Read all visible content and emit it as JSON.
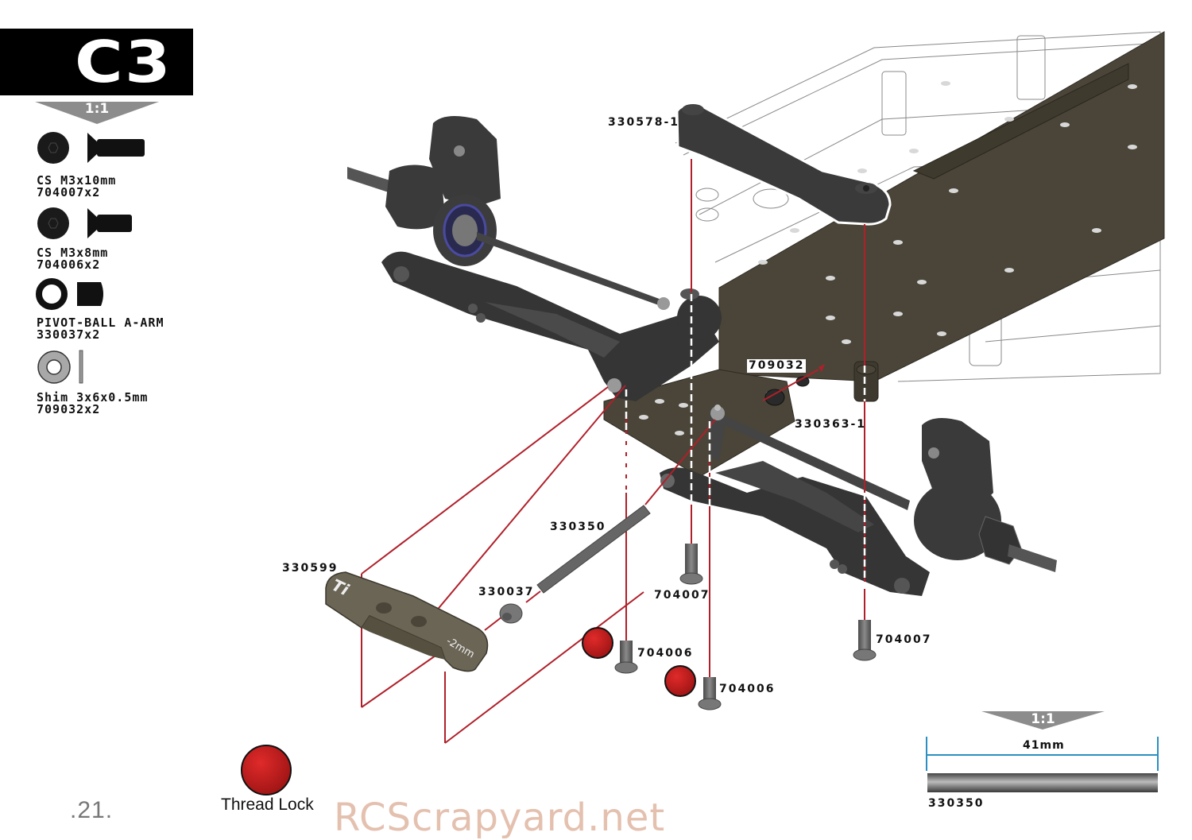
{
  "step": {
    "label": "C3"
  },
  "parts_list": {
    "scale_label": "1:1",
    "items": [
      {
        "name": "CS M3x10mm",
        "code": "704007x2",
        "icon": "countersunk-screw-icon"
      },
      {
        "name": "CS M3x8mm",
        "code": "704006x2",
        "icon": "countersunk-screw-icon"
      },
      {
        "name": "PIVOT-BALL A-ARM",
        "code": "330037x2",
        "icon": "pivot-ball-icon"
      },
      {
        "name": "Shim 3x6x0.5mm",
        "code": "709032x2",
        "icon": "shim-washer-icon"
      }
    ]
  },
  "callouts": {
    "arm_mount_top": "330578-1",
    "shim": "709032",
    "bulkhead": "330363-1",
    "hinge_pin": "330350",
    "arm_mount_block": "330599",
    "pivot_ball": "330037",
    "screw_m3x10_left": "704007",
    "screw_m3x10_right": "704007",
    "screw_m3x8_left": "704006",
    "screw_m3x8_right": "704006"
  },
  "arm_mount_engraving": {
    "logo": "Ti",
    "offset": "-2mm"
  },
  "legend": {
    "thread_lock": "Thread Lock",
    "thread_lock_color": "#b51c1c"
  },
  "measure": {
    "scale_label": "1:1",
    "length": "41mm",
    "part": "330350",
    "line_color": "#2a8fc2"
  },
  "page": {
    "number": ".21."
  },
  "watermark": "RCScrapyard.net",
  "colors": {
    "chassis_plate": "#4a4538",
    "plastic_part": "#3a3a3a",
    "alu_part": "#6b6555",
    "guide_line": "#b0202a"
  }
}
